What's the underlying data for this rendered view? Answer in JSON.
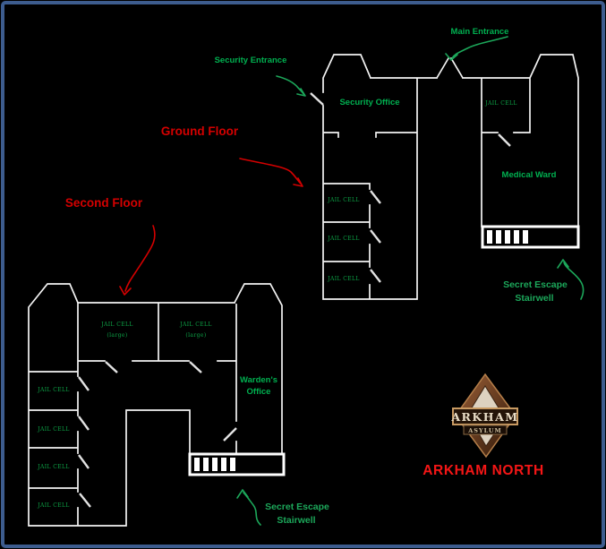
{
  "title": "ARKHAM NORTH",
  "colors": {
    "background": "#000000",
    "frame_border": "#3d5c8e",
    "wall": "#f4f4f4",
    "room_label_green": "#00b050",
    "cell_label_green": "#0da447",
    "annotation_red": "#d40000",
    "title_red": "#f51616",
    "logo_bronze": "#8a5530"
  },
  "annotations": {
    "main_entrance": "Main Entrance",
    "security_entrance": "Security Entrance",
    "ground_floor": "Ground Floor",
    "second_floor": "Second Floor",
    "secret_escape_ground": {
      "line1": "Secret Escape",
      "line2": "Stairwell"
    },
    "secret_escape_second": {
      "line1": "Secret Escape",
      "line2": "Stairwell"
    }
  },
  "ground_floor": {
    "security_office": "Security Office",
    "entrance_jail_cell": "JAIL CELL",
    "medical_ward": "Medical Ward",
    "jail_cells": [
      "JAIL CELL",
      "JAIL CELL",
      "JAIL CELL"
    ]
  },
  "second_floor": {
    "large_cell_1": {
      "line1": "JAIL CELL",
      "line2": "(large)"
    },
    "large_cell_2": {
      "line1": "JAIL CELL",
      "line2": "(large)"
    },
    "wardens_office": {
      "line1": "Warden's",
      "line2": "Office"
    },
    "jail_cells": [
      "JAIL CELL",
      "JAIL CELL",
      "JAIL CELL",
      "JAIL CELL"
    ]
  },
  "logo": {
    "primary": "ARKHAM",
    "secondary": "ASYLUM"
  }
}
